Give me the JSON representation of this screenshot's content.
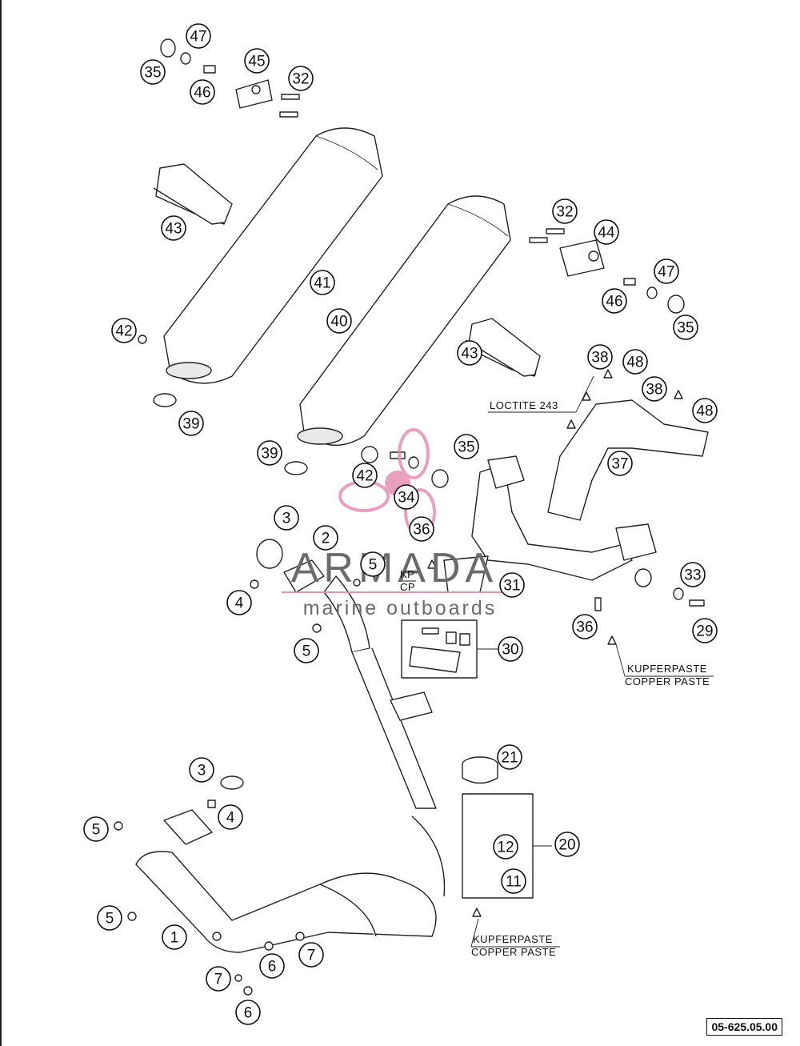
{
  "callouts": [
    {
      "id": "c47a",
      "label": "47"
    },
    {
      "id": "c35a",
      "label": "35"
    },
    {
      "id": "c46a",
      "label": "46"
    },
    {
      "id": "c45",
      "label": "45"
    },
    {
      "id": "c32a",
      "label": "32"
    },
    {
      "id": "c43a",
      "label": "43"
    },
    {
      "id": "c41",
      "label": "41"
    },
    {
      "id": "c40",
      "label": "40"
    },
    {
      "id": "c42a",
      "label": "42"
    },
    {
      "id": "c39a",
      "label": "39"
    },
    {
      "id": "c32b",
      "label": "32"
    },
    {
      "id": "c44",
      "label": "44"
    },
    {
      "id": "c47b",
      "label": "47"
    },
    {
      "id": "c46b",
      "label": "46"
    },
    {
      "id": "c35b",
      "label": "35"
    },
    {
      "id": "c43b",
      "label": "43"
    },
    {
      "id": "c38a",
      "label": "38"
    },
    {
      "id": "c48a",
      "label": "48"
    },
    {
      "id": "c38b",
      "label": "38"
    },
    {
      "id": "c48b",
      "label": "48"
    },
    {
      "id": "c37",
      "label": "37"
    },
    {
      "id": "c39b",
      "label": "39"
    },
    {
      "id": "c42b",
      "label": "42"
    },
    {
      "id": "c35c",
      "label": "35"
    },
    {
      "id": "c34",
      "label": "34"
    },
    {
      "id": "c36a",
      "label": "36"
    },
    {
      "id": "c3a",
      "label": "3"
    },
    {
      "id": "c2",
      "label": "2"
    },
    {
      "id": "c5a",
      "label": "5"
    },
    {
      "id": "c4a",
      "label": "4"
    },
    {
      "id": "c5b",
      "label": "5"
    },
    {
      "id": "c31",
      "label": "31"
    },
    {
      "id": "c30",
      "label": "30"
    },
    {
      "id": "c33",
      "label": "33"
    },
    {
      "id": "c36b",
      "label": "36"
    },
    {
      "id": "c29",
      "label": "29"
    },
    {
      "id": "c21",
      "label": "21"
    },
    {
      "id": "c20",
      "label": "20"
    },
    {
      "id": "c12",
      "label": "12"
    },
    {
      "id": "c11",
      "label": "11"
    },
    {
      "id": "c3b",
      "label": "3"
    },
    {
      "id": "c4b",
      "label": "4"
    },
    {
      "id": "c5c",
      "label": "5"
    },
    {
      "id": "c5d",
      "label": "5"
    },
    {
      "id": "c1",
      "label": "1"
    },
    {
      "id": "c7a",
      "label": "7"
    },
    {
      "id": "c6a",
      "label": "6"
    },
    {
      "id": "c7b",
      "label": "7"
    },
    {
      "id": "c6b",
      "label": "6"
    }
  ],
  "notes": {
    "loctite": "LOCTITE 243",
    "kp": "KP",
    "cp": "CP",
    "kupferpaste_a": "KUPFERPASTE",
    "copper_paste_a": "COPPER PASTE",
    "kupferpaste_b": "KUPFERPASTE",
    "copper_paste_b": "COPPER PASTE"
  },
  "watermark": {
    "brand": "ARMADA",
    "tagline": "marine outboards",
    "logo_color": "#e58fb6"
  },
  "drawing_code": "05-625.05.00"
}
